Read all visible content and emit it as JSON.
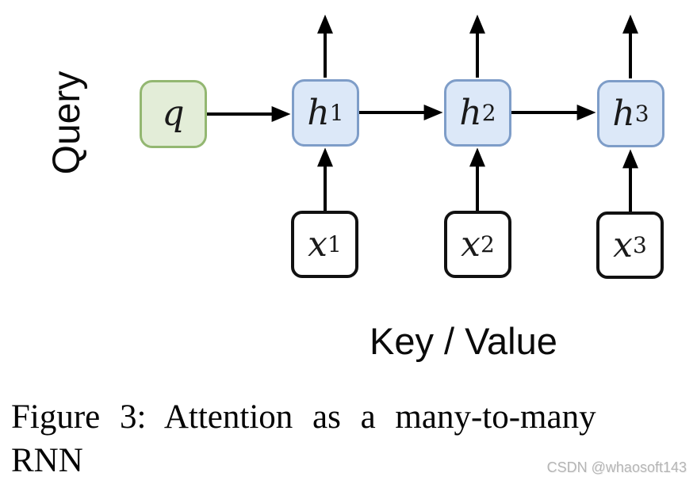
{
  "figure": {
    "query_label": "Query",
    "key_value_label": "Key / Value",
    "nodes": {
      "q": {
        "base": "q",
        "sub": ""
      },
      "h": [
        {
          "base": "h",
          "sub": "1"
        },
        {
          "base": "h",
          "sub": "2"
        },
        {
          "base": "h",
          "sub": "3"
        }
      ],
      "x": [
        {
          "base": "x",
          "sub": "1"
        },
        {
          "base": "x",
          "sub": "2"
        },
        {
          "base": "x",
          "sub": "3"
        }
      ]
    },
    "colors": {
      "query_fill": "#e3edd8",
      "query_border": "#93b771",
      "hidden_fill": "#dce8f8",
      "hidden_border": "#7e9dc8",
      "input_fill": "#ffffff",
      "input_border": "#111111",
      "arrow": "#000000"
    }
  },
  "caption": {
    "line1": "Figure 3: Attention as a many-to-many",
    "line2": "RNN"
  },
  "watermark": "CSDN @whaosoft143"
}
